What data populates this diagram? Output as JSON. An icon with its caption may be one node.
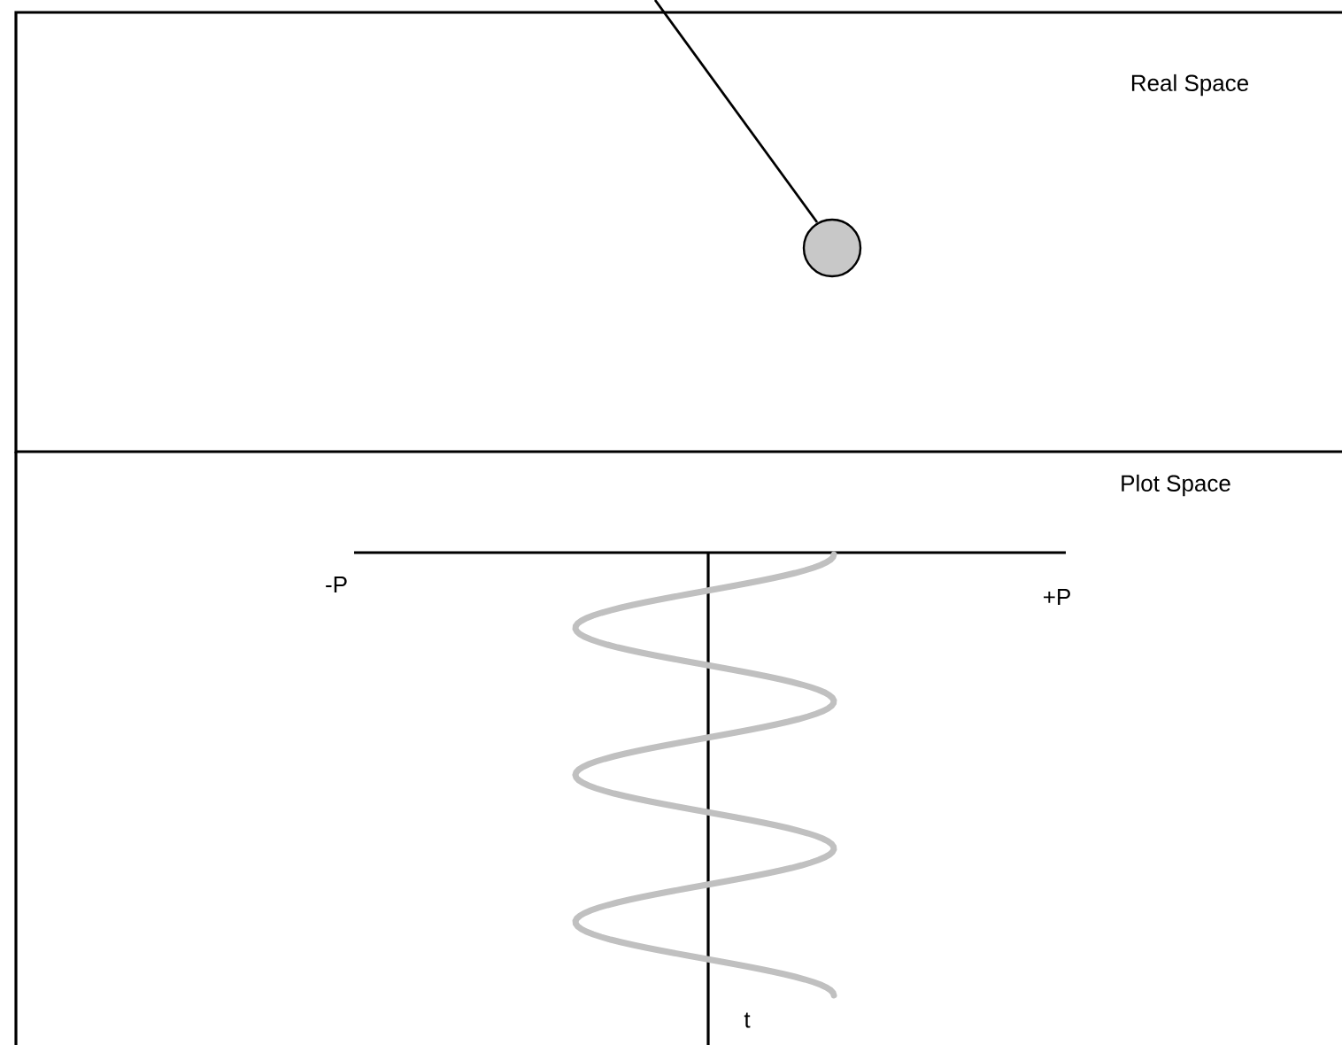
{
  "diagram": {
    "nodes": [
      {
        "text": [
          "Real Space"
        ]
      },
      {
        "text": [
          "Plot Space"
        ]
      }
    ],
    "labels": [
      "-P",
      "+P",
      "t"
    ]
  }
}
